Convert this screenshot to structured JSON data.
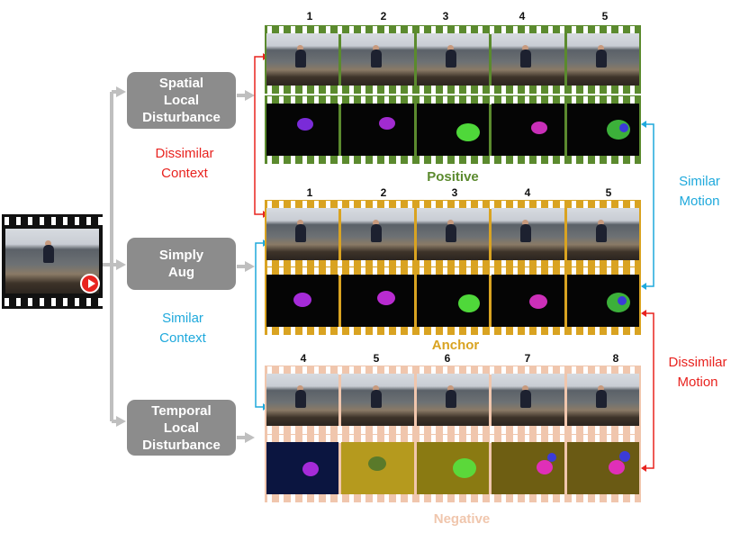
{
  "boxes": {
    "spatial": "Spatial\nLocal\nDisturbance",
    "simply": "Simply\nAug",
    "temporal": "Temporal\nLocal\nDisturbance"
  },
  "context_labels": {
    "dissimilar_context": "Dissimilar\nContext",
    "similar_context": "Similar\nContext",
    "similar_motion": "Similar\nMotion",
    "dissimilar_motion": "Dissimilar\nMotion"
  },
  "strips": {
    "positive": {
      "label": "Positive",
      "frame_numbers": [
        "1",
        "2",
        "3",
        "4",
        "5"
      ]
    },
    "anchor": {
      "label": "Anchor",
      "frame_numbers": [
        "1",
        "2",
        "3",
        "4",
        "5"
      ]
    },
    "negative": {
      "label": "Negative",
      "frame_numbers": [
        "4",
        "5",
        "6",
        "7",
        "8"
      ]
    }
  },
  "colors": {
    "positive": "#5b8a2e",
    "anchor": "#d9a321",
    "negative": "#f0c6ad",
    "box": "#8c8c8c",
    "arrow_gray": "#bfbfbf",
    "red": "#e8231f",
    "blue": "#1fa9dc",
    "play_button": "#e8231f"
  },
  "icons": {
    "video": "video-play-icon"
  }
}
